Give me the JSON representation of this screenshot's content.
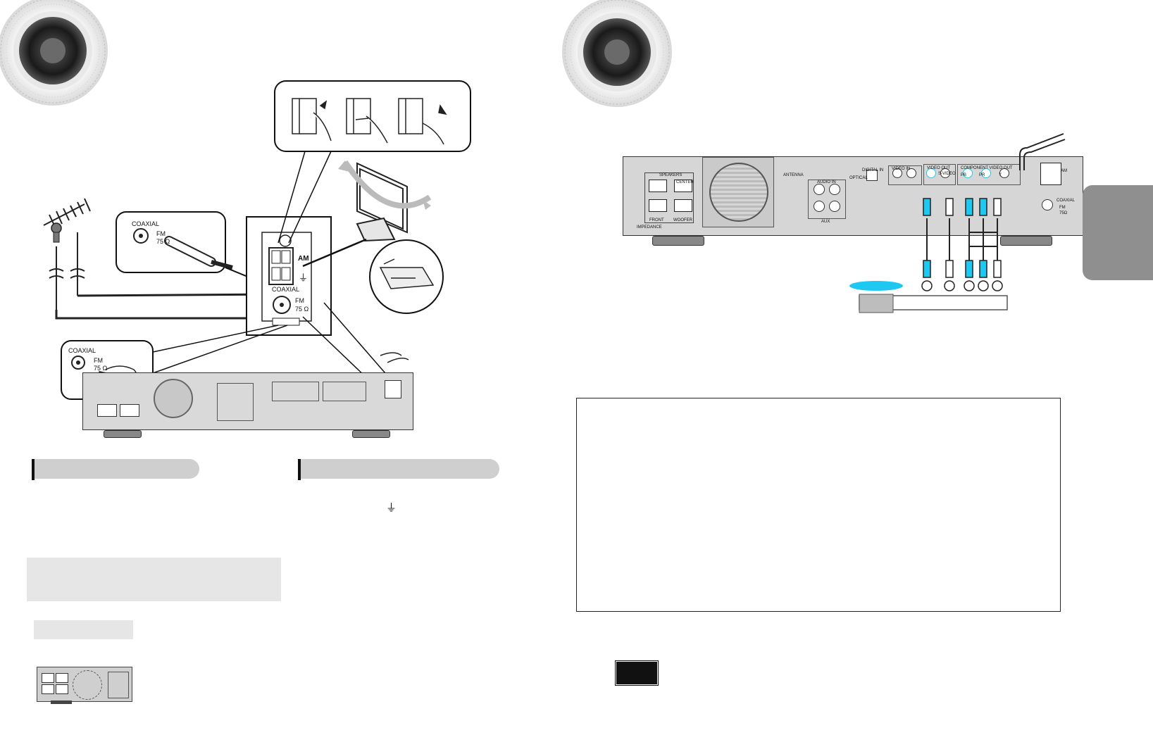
{
  "diagram_labels": {
    "coaxial_inset": "COAXIAL",
    "fm_inset": "FM",
    "ohm_inset": "75 Ω",
    "am": "AM",
    "coaxial_panel": "COAXIAL",
    "fm_panel": "FM",
    "ohm_panel": "75 Ω",
    "coaxial_hand": "COAXIAL",
    "fm_hand": "FM",
    "ohm_hand": "75 Ω",
    "ground_symbol": "⏚"
  },
  "rear_panel": {
    "speakers": "SPEAKERS",
    "center": "CENTER",
    "front": "FRONT",
    "woofer": "WOOFER",
    "antenna": "ANTENNA",
    "audio_in": "AUDIO IN",
    "aux": "AUX",
    "optical": "OPTICAL",
    "digital_in": "DIGITAL IN",
    "video_in": "VIDEO IN",
    "video_out": "VIDEO OUT",
    "s_video": "S-VIDEO",
    "component_video_out": "COMPONENT VIDEO OUT",
    "am": "AM",
    "coaxial": "COAXIAL",
    "fm": "FM",
    "ohm": "75Ω",
    "impedance": "IMPEDANCE",
    "pb": "PB",
    "pr": "PR",
    "y": "Y"
  },
  "right_section": {
    "ground_symbol": "⏚"
  },
  "colors": {
    "accent_cyan": "#1ec8f0",
    "section_bar": "#cfcfcf",
    "note_box": "#e6e6e6",
    "tab": "#8f8f8f"
  }
}
